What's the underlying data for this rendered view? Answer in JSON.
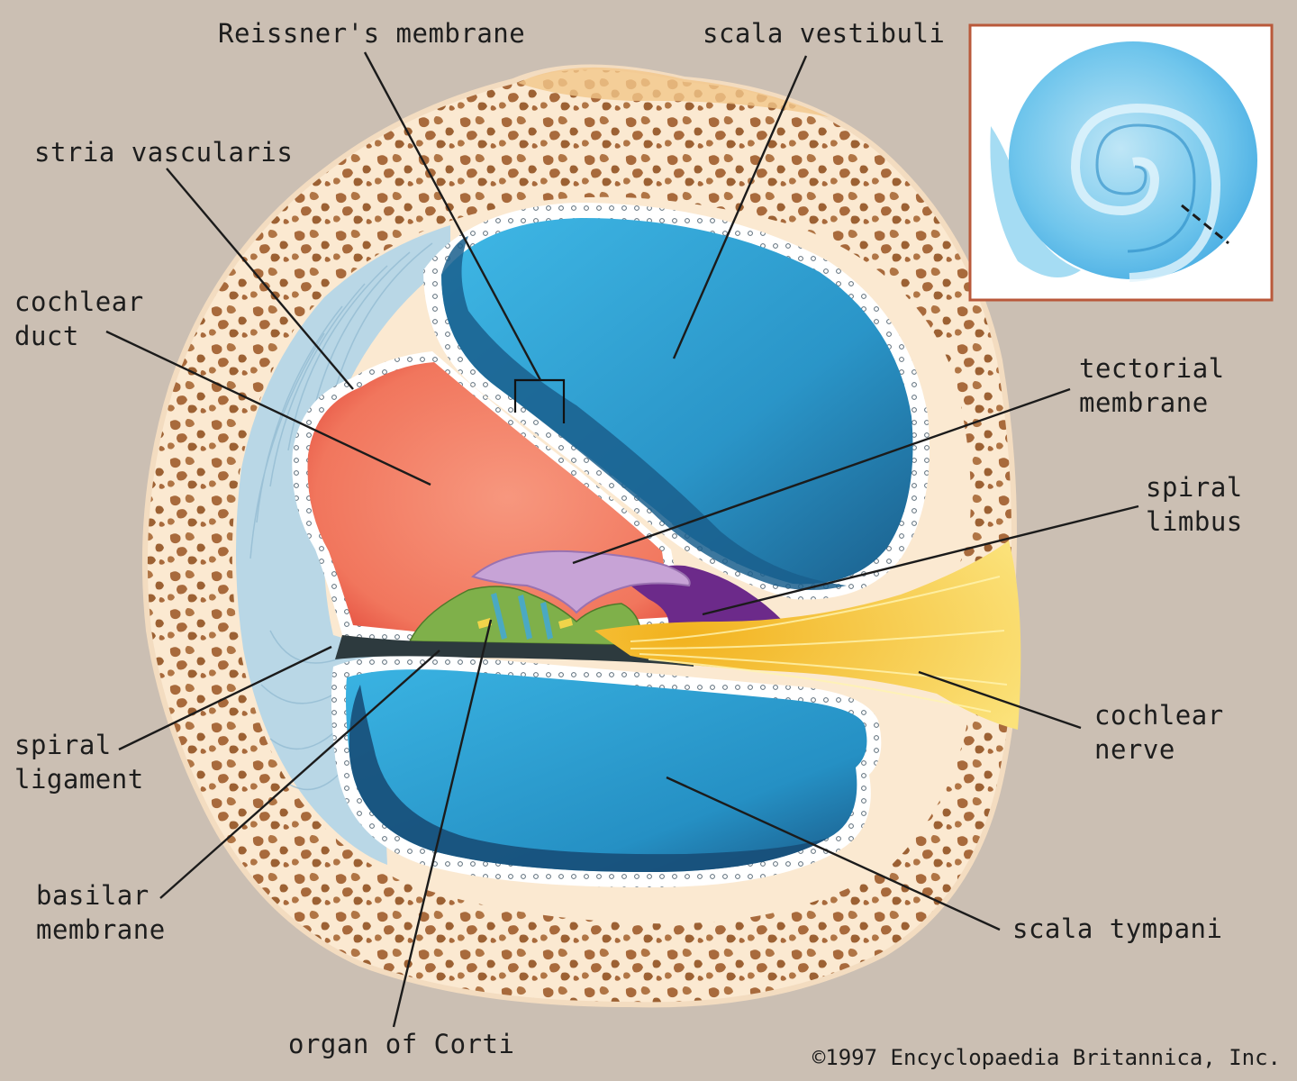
{
  "labels": {
    "reissners_membrane": "Reissner's membrane",
    "scala_vestibuli": "scala vestibuli",
    "stria_vascularis": "stria vascularis",
    "cochlear_duct": [
      "cochlear",
      "duct"
    ],
    "tectorial_membrane": [
      "tectorial",
      "membrane"
    ],
    "spiral_limbus": [
      "spiral",
      "limbus"
    ],
    "cochlear_nerve": [
      "cochlear",
      "nerve"
    ],
    "spiral_ligament": [
      "spiral",
      "ligament"
    ],
    "basilar_membrane": [
      "basilar",
      "membrane"
    ],
    "scala_tympani": "scala tympani",
    "organ_of_corti": "organ of Corti"
  },
  "copyright": "©1997 Encyclopaedia Britannica, Inc.",
  "colors": {
    "background": "#cbbfb3",
    "bone": "#fbe9d1",
    "bone_spots": "#a86a3c",
    "scala_fluid": "#2fa6d8",
    "cochlear_duct": "#f2735a",
    "spiral_ligament": "#b9d7e6",
    "tectorial_membrane": "#c7a3d6",
    "spiral_limbus": "#6c2a8a",
    "organ_of_corti": "#7fb04a",
    "cochlear_nerve": "#f6c12c",
    "inset_frame": "#b9583a"
  }
}
